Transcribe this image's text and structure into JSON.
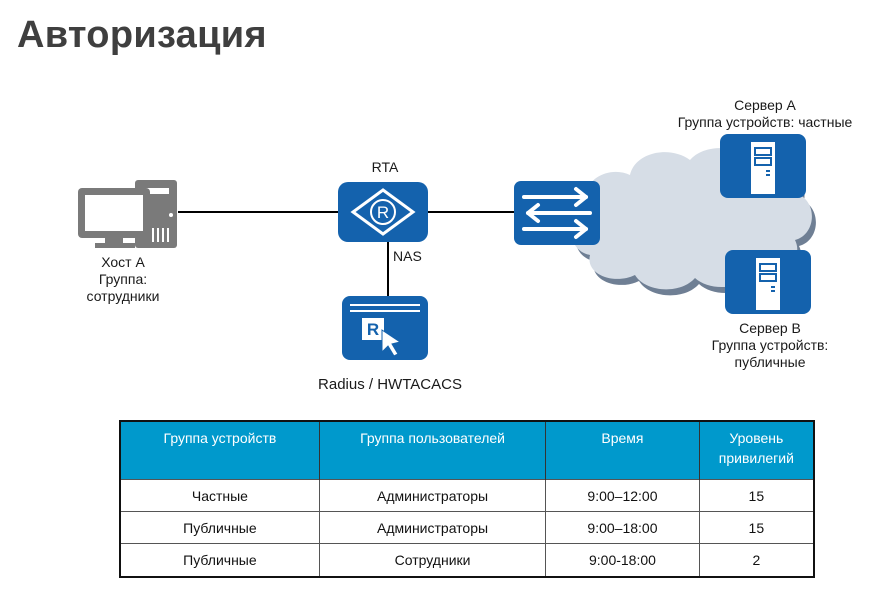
{
  "title": "Авторизация",
  "diagram": {
    "host": {
      "name": "Хост А",
      "group_line1": "Группа:",
      "group_line2": "сотрудники"
    },
    "router": {
      "name": "RTA",
      "role": "NAS"
    },
    "auth_server": {
      "label": "Radius / HWTACACS"
    },
    "server_a": {
      "name": "Сервер А",
      "group": "Группа устройств: частные"
    },
    "server_b": {
      "name": "Сервер В",
      "group_line1": "Группа устройств:",
      "group_line2": "публичные"
    },
    "colors": {
      "device_blue": "#1462ad",
      "cloud": "#d6dde6",
      "cloud_shadow": "#6f7f94",
      "host_gray": "#7a7a7a"
    }
  },
  "table": {
    "headers": [
      "Группа устройств",
      "Группа пользователей",
      "Время",
      "Уровень привилегий"
    ],
    "header_color": "#0099cc",
    "rows": [
      [
        "Частные",
        "Администраторы",
        "9:00–12:00",
        "15"
      ],
      [
        "Публичные",
        "Администраторы",
        "9:00–18:00",
        "15"
      ],
      [
        "Публичные",
        "Сотрудники",
        "9:00-18:00",
        "2"
      ]
    ]
  }
}
